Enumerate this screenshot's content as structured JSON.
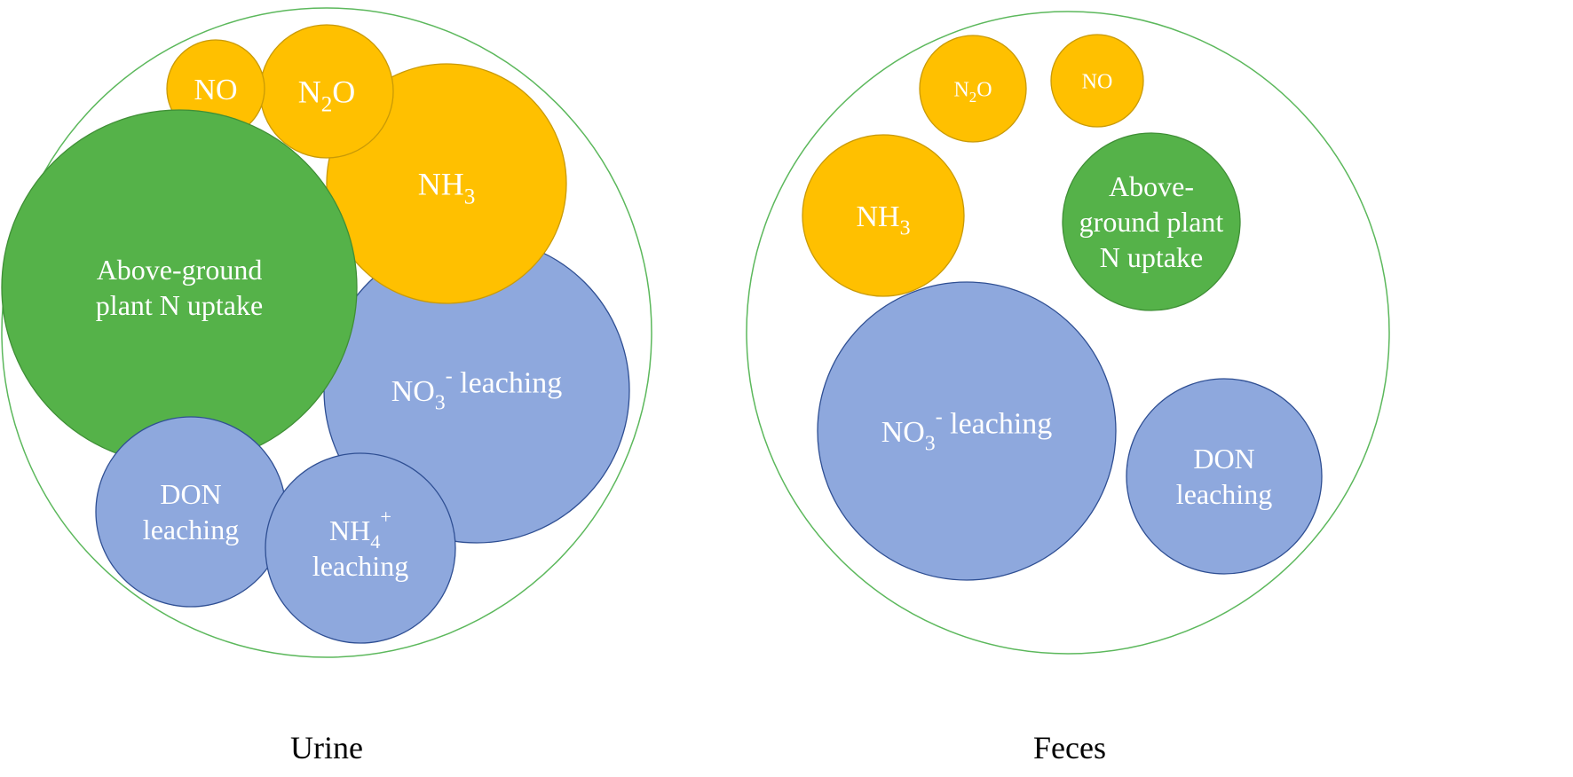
{
  "colors": {
    "gas": "#FFC000",
    "gas_stroke": "#C99A06",
    "plant": "#55B249",
    "plant_stroke": "#3F8F36",
    "leach": "#8EA8DD",
    "leach_stroke": "#2F4F93",
    "outer_stroke": "#5CB85C",
    "label": "#FFFFFF"
  },
  "panels": [
    {
      "caption": "Urine",
      "bubbles": [
        {
          "id": "no3-leaching",
          "kind": "leach",
          "lines": [
            [
              {
                "t": "NO"
              },
              {
                "t": "3",
                "s": "sub"
              },
              {
                "t": "-",
                "s": "sup"
              },
              {
                "t": " leaching"
              }
            ]
          ]
        },
        {
          "id": "nh3",
          "kind": "gas",
          "lines": [
            [
              {
                "t": "NH"
              },
              {
                "t": "3",
                "s": "sub"
              }
            ]
          ]
        },
        {
          "id": "n2o",
          "kind": "gas",
          "lines": [
            [
              {
                "t": "N"
              },
              {
                "t": "2",
                "s": "sub"
              },
              {
                "t": "O"
              }
            ]
          ]
        },
        {
          "id": "no",
          "kind": "gas",
          "lines": [
            [
              {
                "t": "NO"
              }
            ]
          ]
        },
        {
          "id": "above-ground-plant-n-uptake",
          "kind": "plant",
          "lines": [
            [
              {
                "t": "Above-ground"
              }
            ],
            [
              {
                "t": "plant N uptake"
              }
            ]
          ]
        },
        {
          "id": "don-leaching",
          "kind": "leach",
          "lines": [
            [
              {
                "t": "DON"
              }
            ],
            [
              {
                "t": "leaching"
              }
            ]
          ]
        },
        {
          "id": "nh4-leaching",
          "kind": "leach",
          "lines": [
            [
              {
                "t": "NH"
              },
              {
                "t": "4",
                "s": "sub"
              },
              {
                "t": "+",
                "s": "sup"
              }
            ],
            [
              {
                "t": "leaching"
              }
            ]
          ]
        }
      ]
    },
    {
      "caption": "Feces",
      "bubbles": [
        {
          "id": "n2o",
          "kind": "gas",
          "lines": [
            [
              {
                "t": "N"
              },
              {
                "t": "2",
                "s": "sub"
              },
              {
                "t": "O"
              }
            ]
          ]
        },
        {
          "id": "no",
          "kind": "gas",
          "lines": [
            [
              {
                "t": "NO"
              }
            ]
          ]
        },
        {
          "id": "nh3",
          "kind": "gas",
          "lines": [
            [
              {
                "t": "NH"
              },
              {
                "t": "3",
                "s": "sub"
              }
            ]
          ]
        },
        {
          "id": "above-ground-plant-n-uptake",
          "kind": "plant",
          "lines": [
            [
              {
                "t": "Above-"
              }
            ],
            [
              {
                "t": "ground plant"
              }
            ],
            [
              {
                "t": "N uptake"
              }
            ]
          ]
        },
        {
          "id": "no3-leaching",
          "kind": "leach",
          "lines": [
            [
              {
                "t": "NO"
              },
              {
                "t": "3",
                "s": "sub"
              },
              {
                "t": "-",
                "s": "sup"
              },
              {
                "t": " leaching"
              }
            ]
          ]
        },
        {
          "id": "don-leaching",
          "kind": "leach",
          "lines": [
            [
              {
                "t": "DON"
              }
            ],
            [
              {
                "t": "leaching"
              }
            ]
          ]
        }
      ]
    }
  ]
}
